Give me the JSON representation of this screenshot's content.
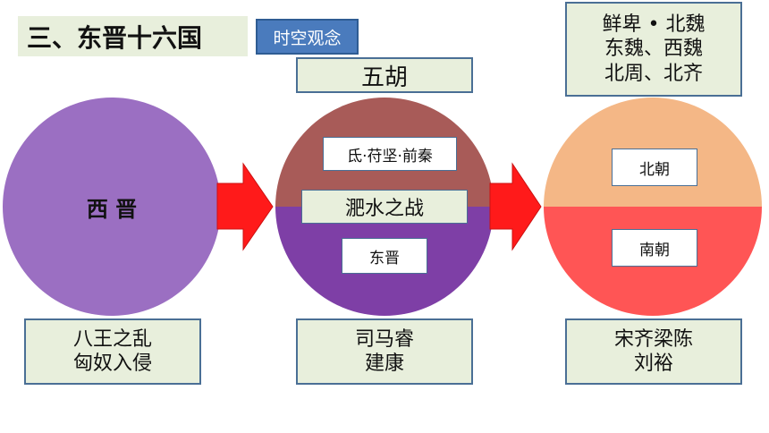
{
  "title": "三、东晋十六国",
  "tag": "时空观念",
  "circle1": {
    "label": "西 晋"
  },
  "circle2": {
    "top_label": "氐·苻坚·前秦",
    "middle_label": "淝水之战",
    "bottom_label": "东晋"
  },
  "circle3": {
    "top_label": "北朝",
    "bottom_label": "南朝"
  },
  "top_boxes": {
    "middle": "五胡",
    "right": [
      "鲜卑 • 北魏",
      "东魏、西魏",
      "北周、北齐"
    ]
  },
  "bottom_boxes": {
    "left": [
      "八王之乱",
      "匈奴入侵"
    ],
    "middle": [
      "司马睿",
      "建康"
    ],
    "right": [
      "宋齐梁陈",
      "刘裕"
    ]
  },
  "colors": {
    "circle1": "#9b6fc2",
    "circle2_top": "#a85b58",
    "circle2_bottom": "#7e3fa6",
    "circle3_top": "#f4b786",
    "circle3_bottom": "#ff5555",
    "arrow": "#ff1a1a"
  }
}
